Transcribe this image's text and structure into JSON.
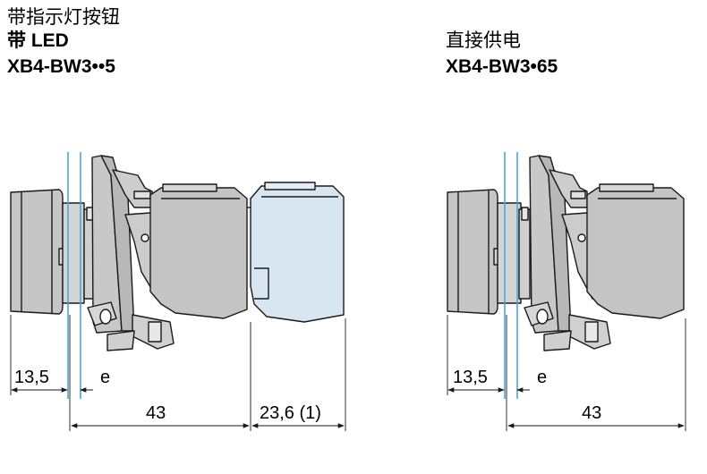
{
  "left": {
    "line1": "带指示灯按钮",
    "line2": "带 LED",
    "line3": "XB4-BW3••5",
    "dims": {
      "front": "13,5",
      "gap": "e",
      "body": "43",
      "extra": "23,6 (1)"
    }
  },
  "right": {
    "line1": "直接供电",
    "line2": "XB4-BW3•65",
    "dims": {
      "front": "13,5",
      "gap": "e",
      "body": "43"
    }
  },
  "colors": {
    "body": "#d0d0d0",
    "dark": "#bdbdbd",
    "blue": "#4aa6d8",
    "led": "#d8e6f2",
    "line": "#1a1a1a"
  }
}
